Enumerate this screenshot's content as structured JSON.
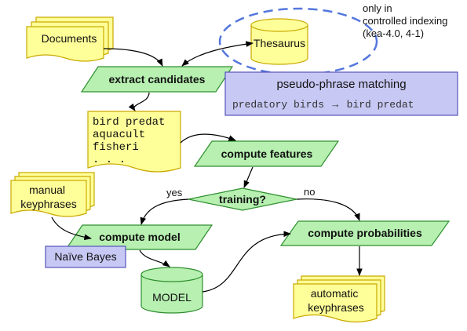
{
  "colors": {
    "doc_fill": "#ffff99",
    "doc_stroke": "#c9a900",
    "process_fill": "#b7f0b1",
    "process_stroke": "#2f8f2f",
    "note_fill": "#c8c8f5",
    "note_stroke": "#5555bb",
    "ellipse_stroke": "#5577dd"
  },
  "nodes": {
    "documents": "Documents",
    "thesaurus": "Thesaurus",
    "controlled_note": [
      "only in",
      "controlled indexing",
      "(kea-4.0, 4-1)"
    ],
    "extract_candidates": "extract candidates",
    "pseudo_phrase_title": "pseudo-phrase matching",
    "pseudo_phrase_left": "predatory birds",
    "pseudo_phrase_arrow": "→",
    "pseudo_phrase_right": "bird predat",
    "candidate_lines": [
      "bird predat",
      "aquacult",
      "fisheri",
      ". . ."
    ],
    "compute_features": "compute features",
    "manual_keyphrases": [
      "manual",
      "keyphrases"
    ],
    "training": "training?",
    "yes": "yes",
    "no": "no",
    "compute_model": "compute model",
    "naive_bayes": "Naïve Bayes",
    "compute_probabilities": "compute probabilities",
    "model": "MODEL",
    "automatic_keyphrases": [
      "automatic",
      "keyphrases"
    ]
  }
}
